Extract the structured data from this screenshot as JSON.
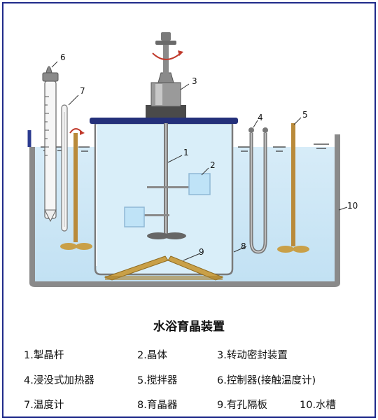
{
  "diagram": {
    "callouts": [
      "1",
      "2",
      "3",
      "4",
      "5",
      "6",
      "7",
      "8",
      "9",
      "10"
    ],
    "caption": "水浴育晶装置",
    "legend": [
      {
        "text": "1.掣晶杆"
      },
      {
        "text": "2.晶体"
      },
      {
        "text": "3.转动密封装置"
      },
      {
        "text": "4.浸没式加热器"
      },
      {
        "text": "5.搅拌器"
      },
      {
        "text": "6.控制器(接触温度计)"
      },
      {
        "text": "7.温度计"
      },
      {
        "text": "8.育晶器"
      },
      {
        "text": "9.有孔隔板"
      },
      {
        "text": "10.水槽"
      }
    ]
  },
  "colors": {
    "frame": "#1f2a8a",
    "water": "#cfe7f6",
    "vessel_outline": "#777777",
    "lid": "#24307a",
    "rod": "#b98a3a",
    "crystal": "#bfe3f7"
  }
}
